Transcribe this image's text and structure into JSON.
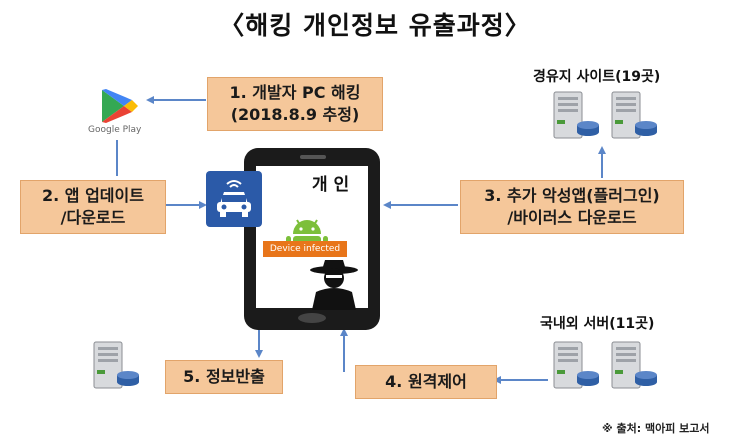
{
  "title": "〈해킹 개인정보 유출과정〉",
  "steps": {
    "step1": {
      "line1": "1. 개발자 PC 해킹",
      "line2": "(2018.8.9 추정)"
    },
    "step2": {
      "line1": "2. 앱 업데이트",
      "line2": "/다운로드"
    },
    "step3": {
      "line1": "3. 추가 악성앱(플러그인)",
      "line2": "/바이러스 다운로드"
    },
    "step4": {
      "label": "4. 원격제어"
    },
    "step5": {
      "label": "5. 정보반출"
    }
  },
  "sites": {
    "domestic_sites": "경유지 사이트(19곳)",
    "servers": "국내외 서버(11곳)"
  },
  "google_play_label": "Google Play",
  "phone": {
    "label": "개 인",
    "infected_text": "Device infected"
  },
  "credit": "※ 출처: 맥아피 보고서",
  "colors": {
    "box_fill": "#f5c79a",
    "arrow": "#5b86c8",
    "android": "#7cbf3a",
    "app_icon": "#2b5aa8",
    "infected": "#e8751a"
  }
}
